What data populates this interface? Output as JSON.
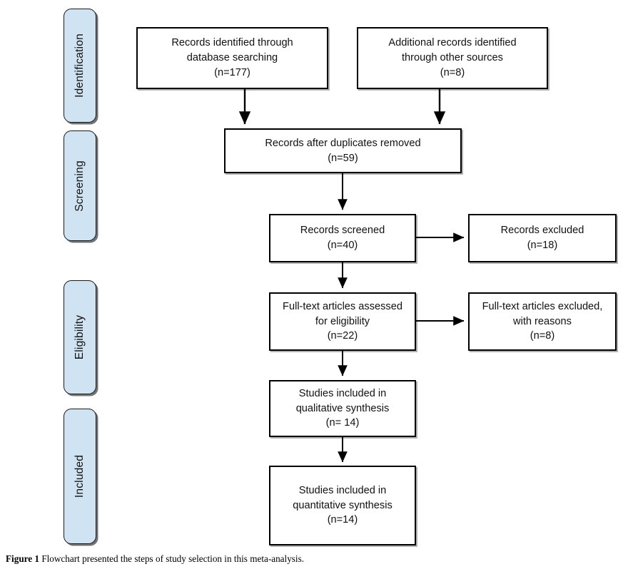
{
  "figure": {
    "caption_label": "Figure 1",
    "caption_text": "Flowchart presented the steps of study selection in this meta-analysis.",
    "colors": {
      "stage_fill": "#cfe3f2",
      "stage_border": "#1a1a1a",
      "box_fill": "#ffffff",
      "box_border": "#000000",
      "connector": "#000000",
      "text": "#111111"
    }
  },
  "stages": [
    {
      "id": "identification",
      "label": "Identification"
    },
    {
      "id": "screening",
      "label": "Screening"
    },
    {
      "id": "eligibility",
      "label": "Eligibility"
    },
    {
      "id": "included",
      "label": "Included"
    }
  ],
  "boxes": {
    "records_identified": {
      "label": "Records identified through\ndatabase searching\n(n=177)",
      "count": 177
    },
    "additional_records": {
      "label": "Additional records identified\nthrough other sources\n(n=8)",
      "count": 8
    },
    "after_duplicates": {
      "label": "Records after duplicates removed\n(n=59)",
      "count": 59
    },
    "records_screened": {
      "label": "Records screened\n(n=40)",
      "count": 40
    },
    "records_excluded": {
      "label": "Records excluded\n(n=18)",
      "count": 18
    },
    "fulltext_assessed": {
      "label": "Full-text articles assessed\nfor eligibility\n(n=22)",
      "count": 22
    },
    "fulltext_excluded": {
      "label": "Full-text articles excluded,\nwith reasons\n(n=8)",
      "count": 8
    },
    "qualitative": {
      "label": "Studies included in\nqualitative synthesis\n(n= 14)",
      "count": 14
    },
    "quantitative": {
      "label": "Studies included in\nquantitative synthesis\n(n=14)",
      "count": 14
    }
  },
  "chart_data": {
    "type": "diagram",
    "title": "PRISMA study selection flowchart",
    "nodes": [
      {
        "id": "records_identified",
        "stage": "Identification",
        "text": "Records identified through database searching",
        "n": 177
      },
      {
        "id": "additional_records",
        "stage": "Identification",
        "text": "Additional records identified through other sources",
        "n": 8
      },
      {
        "id": "after_duplicates",
        "stage": "Screening",
        "text": "Records after duplicates removed",
        "n": 59
      },
      {
        "id": "records_screened",
        "stage": "Screening",
        "text": "Records screened",
        "n": 40
      },
      {
        "id": "records_excluded",
        "stage": "Screening",
        "text": "Records excluded",
        "n": 18
      },
      {
        "id": "fulltext_assessed",
        "stage": "Eligibility",
        "text": "Full-text articles assessed for eligibility",
        "n": 22
      },
      {
        "id": "fulltext_excluded",
        "stage": "Eligibility",
        "text": "Full-text articles excluded, with reasons",
        "n": 8
      },
      {
        "id": "qualitative",
        "stage": "Included",
        "text": "Studies included in qualitative synthesis",
        "n": 14
      },
      {
        "id": "quantitative",
        "stage": "Included",
        "text": "Studies included in quantitative synthesis",
        "n": 14
      }
    ],
    "edges": [
      {
        "from": "records_identified",
        "to": "after_duplicates",
        "direction": "down"
      },
      {
        "from": "additional_records",
        "to": "after_duplicates",
        "direction": "down"
      },
      {
        "from": "after_duplicates",
        "to": "records_screened",
        "direction": "down"
      },
      {
        "from": "records_screened",
        "to": "records_excluded",
        "direction": "right"
      },
      {
        "from": "records_screened",
        "to": "fulltext_assessed",
        "direction": "down"
      },
      {
        "from": "fulltext_assessed",
        "to": "fulltext_excluded",
        "direction": "right"
      },
      {
        "from": "fulltext_assessed",
        "to": "qualitative",
        "direction": "down"
      },
      {
        "from": "qualitative",
        "to": "quantitative",
        "direction": "down"
      }
    ]
  }
}
